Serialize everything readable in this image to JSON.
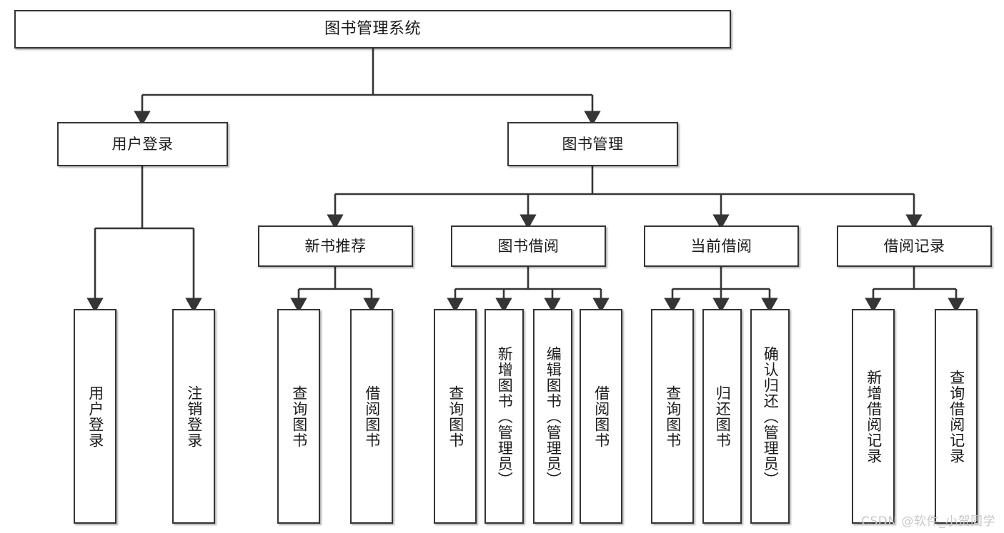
{
  "diagram": {
    "title": "图书管理系统",
    "type": "hierarchy-tree",
    "style": {
      "box_border_color": "#353535",
      "box_fill_color": "#ffffff",
      "edge_color": "#353535",
      "text_color": "#1a1a1a",
      "watermark_color": "#c8c8c8"
    },
    "nodes": {
      "root": {
        "label": "图书管理系统"
      },
      "level2": [
        {
          "id": "user-login",
          "label": "用户登录"
        },
        {
          "id": "book-manage",
          "label": "图书管理"
        }
      ],
      "level3": [
        {
          "id": "new-book-recommend",
          "label": "新书推荐"
        },
        {
          "id": "book-borrow",
          "label": "图书借阅"
        },
        {
          "id": "current-borrow",
          "label": "当前借阅"
        },
        {
          "id": "borrow-record",
          "label": "借阅记录"
        }
      ],
      "leaves": {
        "user_login": [
          {
            "id": "leaf-user-login",
            "label": "用户登录"
          },
          {
            "id": "leaf-logout-login",
            "label": "注销登录"
          }
        ],
        "new_book_recommend": [
          {
            "id": "leaf-query-book-1",
            "label": "查询图书"
          },
          {
            "id": "leaf-borrow-book-1",
            "label": "借阅图书"
          }
        ],
        "book_borrow": [
          {
            "id": "leaf-query-book-2",
            "label": "查询图书"
          },
          {
            "id": "leaf-add-book",
            "label": "新增图书（管理员）"
          },
          {
            "id": "leaf-edit-book",
            "label": "编辑图书（管理员）"
          },
          {
            "id": "leaf-borrow-book-2",
            "label": "借阅图书"
          }
        ],
        "current_borrow": [
          {
            "id": "leaf-query-book-3",
            "label": "查询图书"
          },
          {
            "id": "leaf-return-book",
            "label": "归还图书"
          },
          {
            "id": "leaf-confirm-return",
            "label": "确认归还（管理员）"
          }
        ],
        "borrow_record": [
          {
            "id": "leaf-add-record",
            "label": "新增借阅记录"
          },
          {
            "id": "leaf-query-record",
            "label": "查询借阅记录"
          }
        ]
      }
    },
    "watermark": "CSDN @软件_小贺同学"
  }
}
